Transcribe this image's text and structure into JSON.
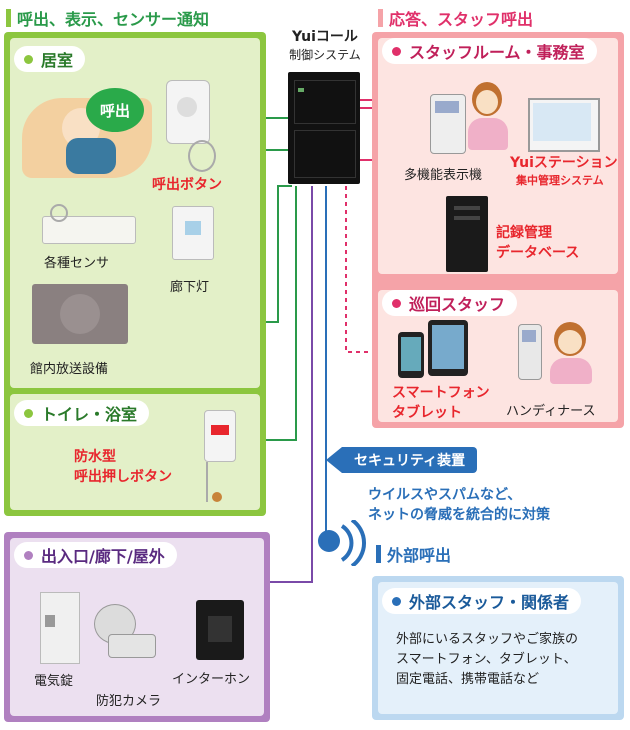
{
  "headers": {
    "left": "呼出、表示、センサー通知",
    "right": "応答、スタッフ呼出",
    "external": "外部呼出"
  },
  "controller": {
    "brand": "Yuiコール",
    "system": "制御システム"
  },
  "room": {
    "title": "居室",
    "call_speech": "呼出",
    "call_button": "呼出ボタン",
    "sensors": "各種センサ",
    "corridor_light": "廊下灯",
    "broadcast": "館内放送設備"
  },
  "toilet": {
    "title": "トイレ・浴室",
    "waterproof_line1": "防水型",
    "waterproof_line2": "呼出押しボタン"
  },
  "entrance": {
    "title": "出入口/廊下/屋外",
    "electric_lock": "電気錠",
    "camera": "防犯カメラ",
    "intercom": "インターホン"
  },
  "staff_room": {
    "title": "スタッフルーム・事務室",
    "phone": "多機能表示機",
    "station_line1": "Yuiステーション",
    "station_line2": "集中管理システム",
    "db_line1": "記録管理",
    "db_line2": "データベース"
  },
  "patrol": {
    "title": "巡回スタッフ",
    "smart_line1": "スマートフォン",
    "smart_line2": "タブレット",
    "handy": "ハンディナース"
  },
  "security": {
    "label": "セキュリティ装置",
    "desc_line1": "ウイルスやスパムなど、",
    "desc_line2": "ネットの脅威を統合的に対策"
  },
  "external_staff": {
    "title": "外部スタッフ・関係者",
    "desc_line1": "外部にいるスタッフやご家族の",
    "desc_line2": "スマートフォン、タブレット、",
    "desc_line3": "固定電話、携帯電話など"
  },
  "colors": {
    "green": "#8cc63f",
    "green_panel": "#e3f0c8",
    "pink": "#f5a3a8",
    "pink_panel": "#fde4e1",
    "purple": "#b080c0",
    "purple_panel": "#ece0f0",
    "blue": "#2a6fb8",
    "blue_panel": "#e4f0fa"
  }
}
